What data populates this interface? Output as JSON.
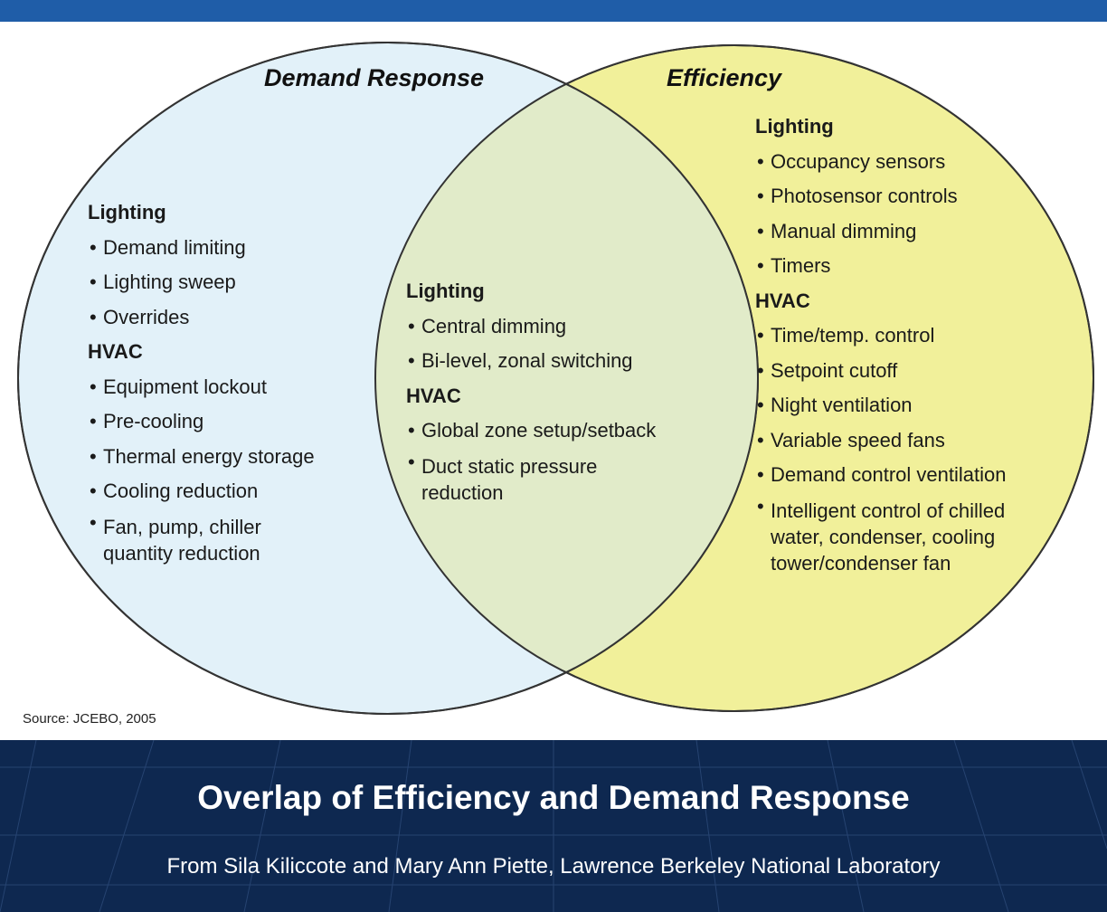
{
  "colors": {
    "demand_response_fill": "#e2f1f9",
    "efficiency_fill": "#f1f09a",
    "overlap_fill": "#e1ebc9",
    "outline": "#333333",
    "top_bar": "#1f5da8",
    "footer_bg": "#0e2850"
  },
  "circles": {
    "demand_response": {
      "title": "Demand Response",
      "groups": [
        {
          "heading": "Lighting",
          "items": [
            "Demand limiting",
            "Lighting sweep",
            "Overrides"
          ]
        },
        {
          "heading": "HVAC",
          "items": [
            "Equipment lockout",
            "Pre-cooling",
            "Thermal energy storage",
            "Cooling reduction",
            "Fan, pump, chiller quantity reduction"
          ]
        }
      ]
    },
    "overlap": {
      "groups": [
        {
          "heading": "Lighting",
          "items": [
            "Central dimming",
            "Bi-level, zonal switching"
          ]
        },
        {
          "heading": "HVAC",
          "items": [
            "Global zone setup/setback",
            "Duct static pressure reduction"
          ]
        }
      ]
    },
    "efficiency": {
      "title": "Efficiency",
      "groups": [
        {
          "heading": "Lighting",
          "items": [
            "Occupancy sensors",
            "Photosensor controls",
            "Manual dimming",
            "Timers"
          ]
        },
        {
          "heading": "HVAC",
          "items": [
            "Time/temp. control",
            "Setpoint cutoff",
            "Night ventilation",
            "Variable speed fans",
            "Demand control ventilation",
            "Intelligent control of chilled water, condenser, cooling tower/condenser fan"
          ]
        }
      ]
    }
  },
  "source": "Source: JCEBO, 2005",
  "footer": {
    "title": "Overlap of Efficiency and Demand Response",
    "subtitle": "From Sila Kiliccote and Mary Ann Piette, Lawrence Berkeley National Laboratory"
  }
}
